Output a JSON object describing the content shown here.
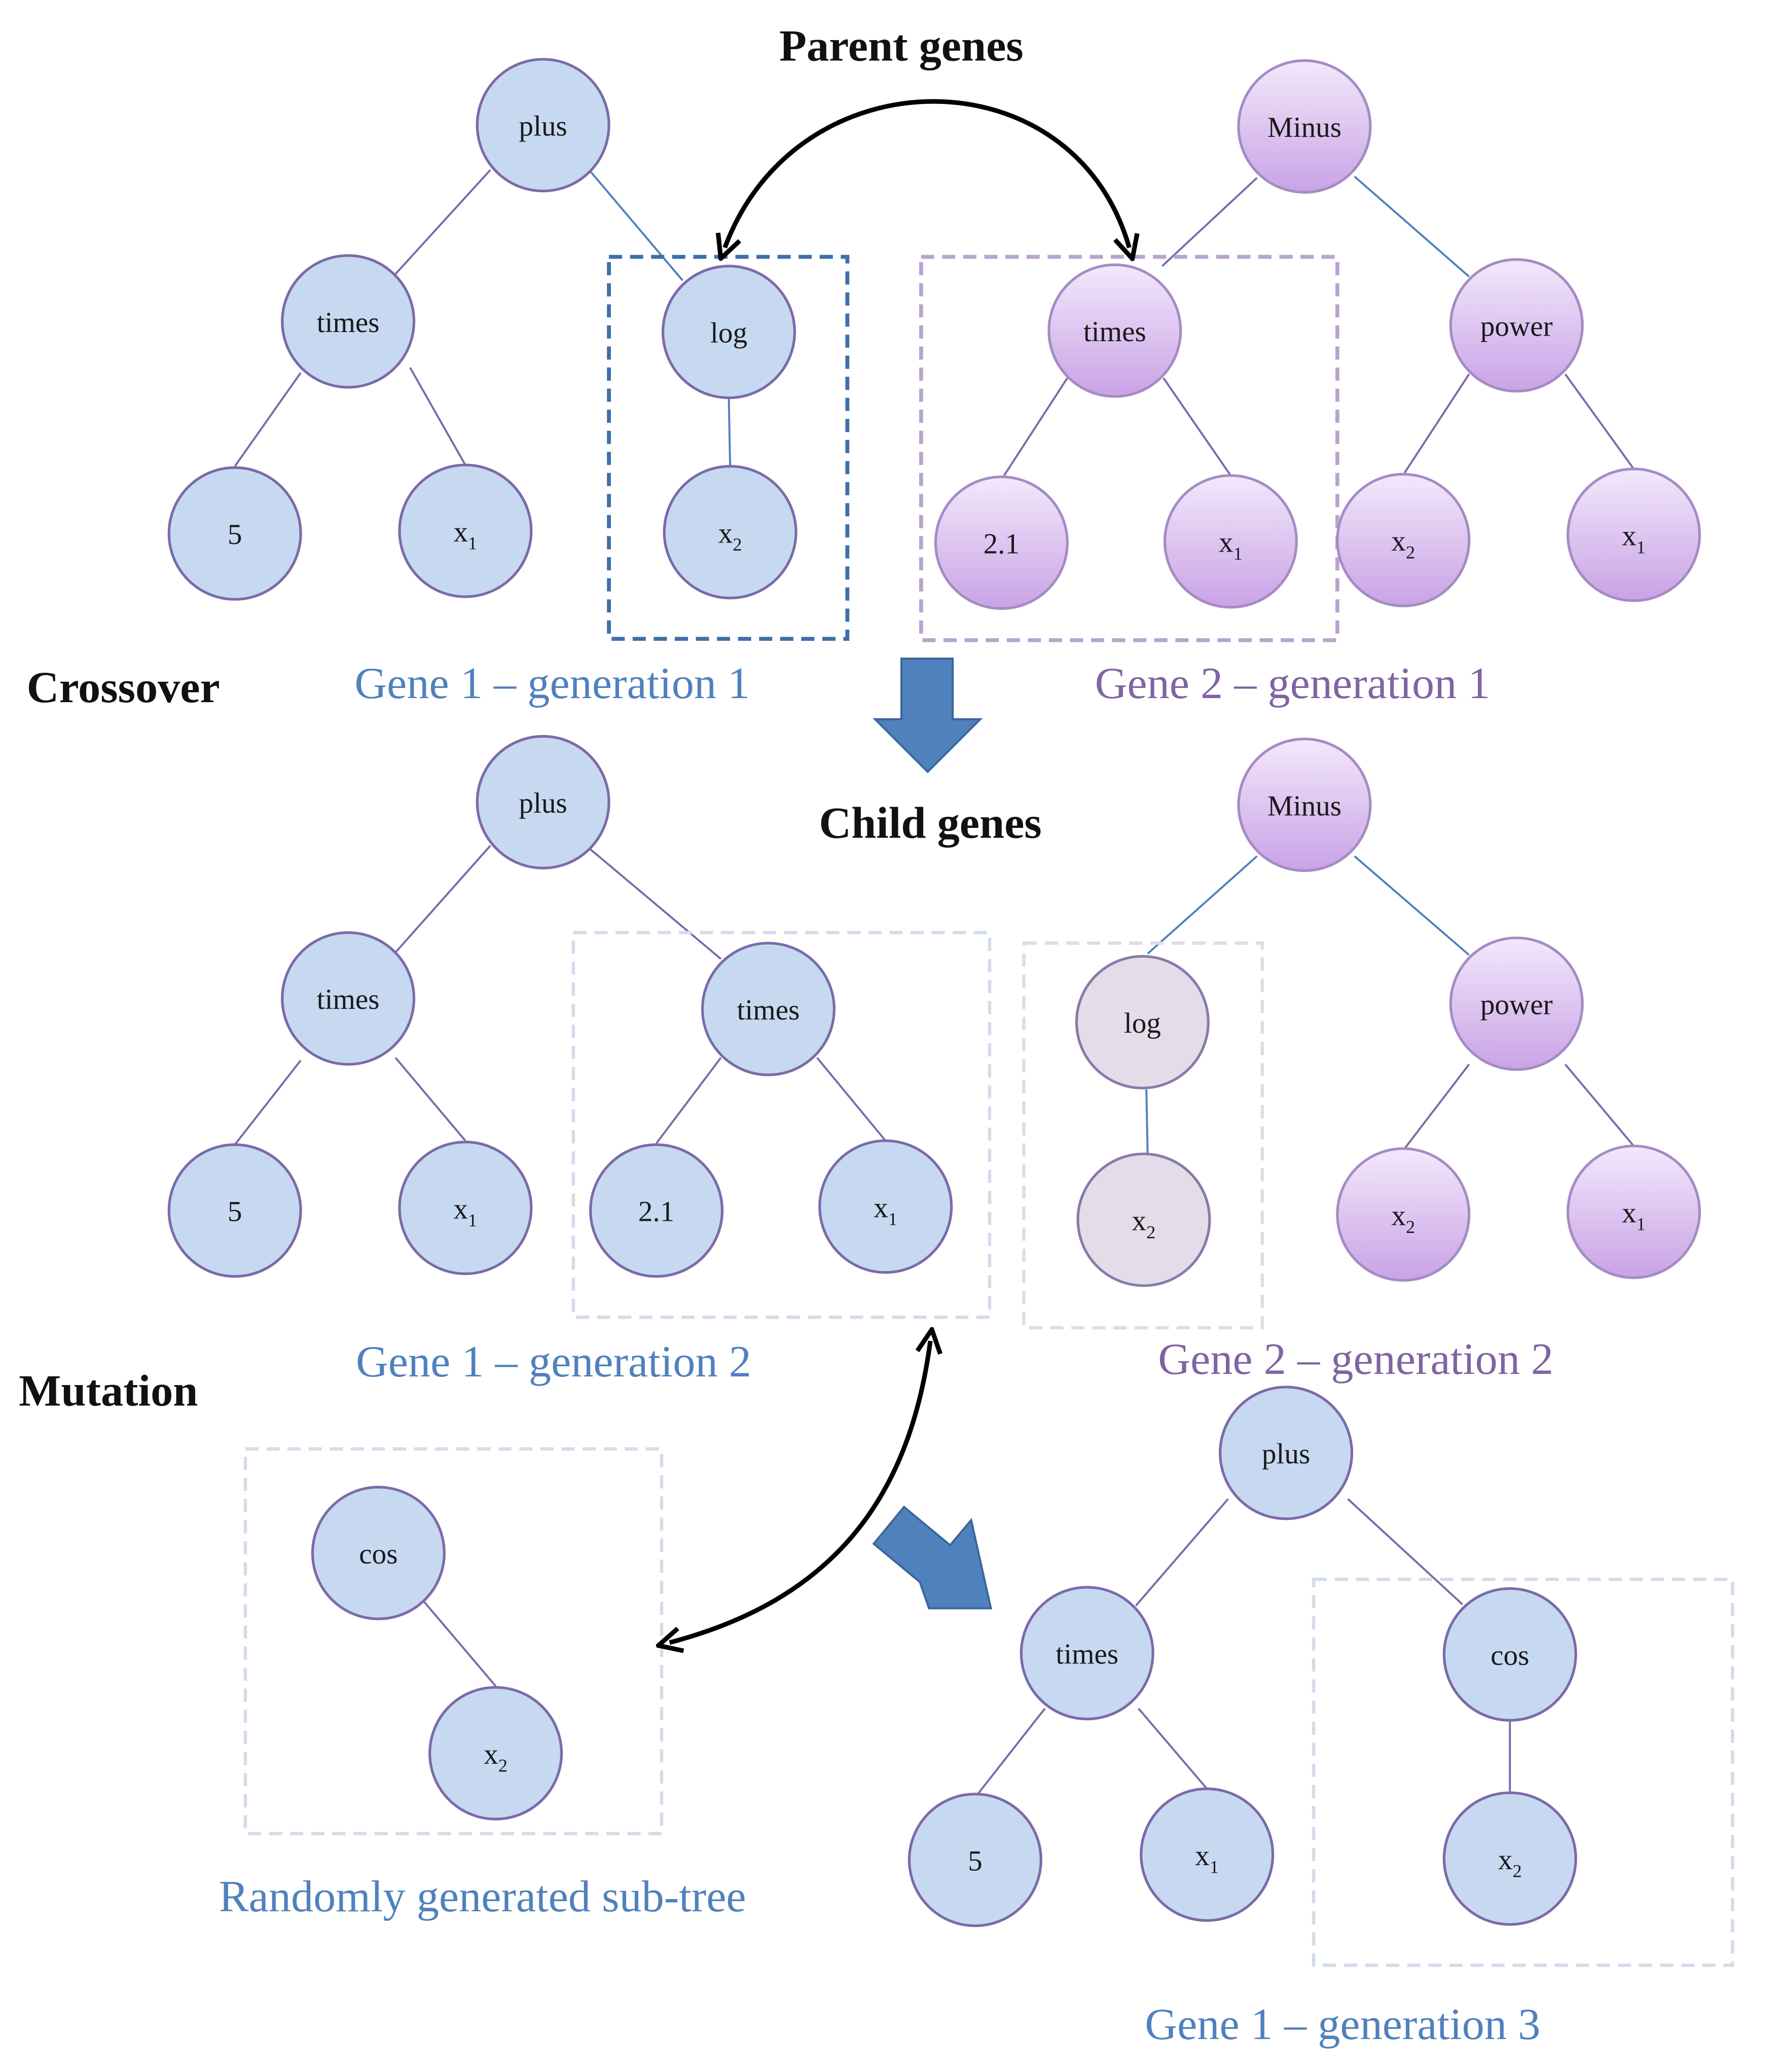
{
  "colors": {
    "blue_fill": "#c6d9f1",
    "blue_stroke": "#7b6aa8",
    "purple_fill_top": "#f3e8fb",
    "purple_fill_bottom": "#c9a3e6",
    "gray_fill": "#e3dde9",
    "blue_text": "#4f81bd",
    "purple_text": "#8064a2",
    "edge_purple": "#7b6aa8",
    "edge_blue": "#4f81bd",
    "arrow_black": "#000000",
    "block_arrow": "#4f81bd",
    "box_blue": "#3e6fa8",
    "box_purple": "#b9a3cf",
    "box_light": "#d3dcea"
  },
  "labels": {
    "parent_genes": "Parent genes",
    "child_genes": "Child genes",
    "crossover": "Crossover",
    "mutation": "Mutation",
    "gene1_gen1": "Gene 1 – generation 1",
    "gene2_gen1": "Gene 2 – generation 1",
    "gene1_gen2": "Gene 1 – generation 2",
    "gene2_gen2": "Gene 2 – generation 2",
    "random_subtree": "Randomly generated sub-tree",
    "gene1_gen3": "Gene 1 – generation 3"
  },
  "nodes": {
    "p1_plus": "plus",
    "p1_times": "times",
    "p1_5": "5",
    "p1_x1": "x",
    "p1_log": "log",
    "p1_x2": "x",
    "p2_minus": "Minus",
    "p2_times": "times",
    "p2_power": "power",
    "p2_21": "2.1",
    "p2_x1": "x",
    "p2_x2": "x",
    "p2_x1b": "x",
    "c1_plus": "plus",
    "c1_times": "times",
    "c1_5": "5",
    "c1_x1": "x",
    "c1_times2": "times",
    "c1_21": "2.1",
    "c1_x1b": "x",
    "c2_minus": "Minus",
    "c2_log": "log",
    "c2_x2": "x",
    "c2_power": "power",
    "c2_x2b": "x",
    "c2_x1": "x",
    "r_cos": "cos",
    "r_x2": "x",
    "g3_plus": "plus",
    "g3_times": "times",
    "g3_5": "5",
    "g3_x1": "x",
    "g3_cos": "cos",
    "g3_x2": "x"
  },
  "subs": {
    "one": "1",
    "two": "2"
  }
}
